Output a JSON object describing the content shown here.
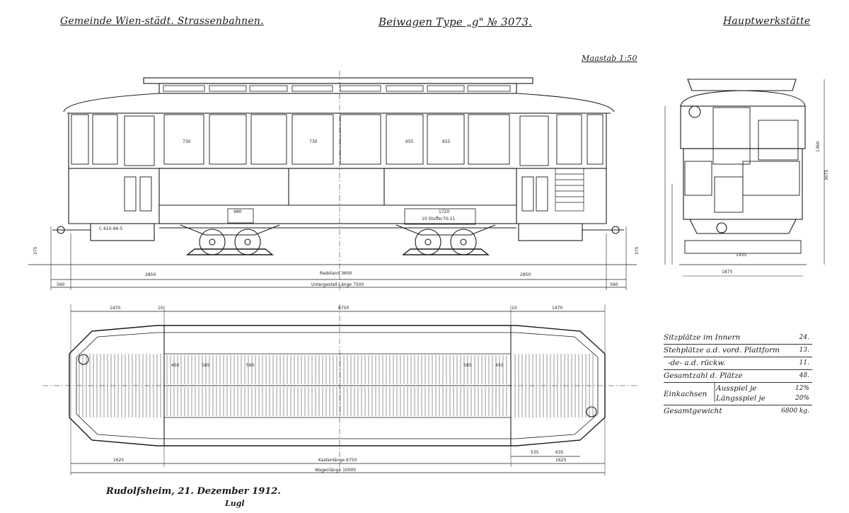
{
  "header": {
    "left": "Gemeinde Wien-städt. Strassenbahnen.",
    "center": "Beiwagen Type „g\" № 3073.",
    "right": "Hauptwerkstätte"
  },
  "scale_label": "Maastab 1:50",
  "dimensions": {
    "wheelbase": "Radstand 3600",
    "underframe": "Untergestell-Länge 7500",
    "box_length": "Kastenlänge 6750",
    "total_length": "Wagenlänge 10000",
    "overhang_left": "2850",
    "overhang_right": "2850",
    "buffer_left": "560",
    "buffer_right": "560",
    "bottom_left": "1625",
    "bottom_right": "1625",
    "top_left": "1470",
    "top_right": "1470",
    "top_center": "6750",
    "inner_left": "10",
    "inner_right": "10",
    "platform_a": "535",
    "platform_b": "635",
    "end_width": "1875",
    "axle_gauge": "1435",
    "end_height_a": "1360",
    "end_height_b": "3075",
    "window_a": "730",
    "window_b": "730",
    "window_c": "655",
    "window_d": "655",
    "truck_a": "980",
    "truck_b": "1720",
    "seat_a": "450",
    "seat_b": "585",
    "seat_c": "560",
    "seat_d": "585",
    "seat_e": "450",
    "height_a": "375",
    "height_b": "375"
  },
  "truck_plate": {
    "line1": "10 Stuffer",
    "line2": "70-11"
  },
  "car_plate": "C 610-96-5",
  "table": {
    "rows": [
      {
        "label": "Sitzplätze im Innern",
        "value": "24."
      },
      {
        "label": "Stehplätze a.d. vord. Plattform",
        "value": "13."
      },
      {
        "label": "-de- a.d. rückw.",
        "value": "11."
      },
      {
        "label": "Gesamtzahl d. Plätze",
        "value": "48."
      },
      {
        "label": "Einkachsen",
        "sub": "Ausspiel je",
        "value": "12%"
      },
      {
        "label": "",
        "sub": "Längsspiel je",
        "value": "20%"
      },
      {
        "label": "Gesamtgewicht",
        "value": "6800 kg."
      }
    ]
  },
  "footer": {
    "place_date": "Rudolfsheim, 21. Dezember 1912.",
    "signature": "Lugl"
  }
}
